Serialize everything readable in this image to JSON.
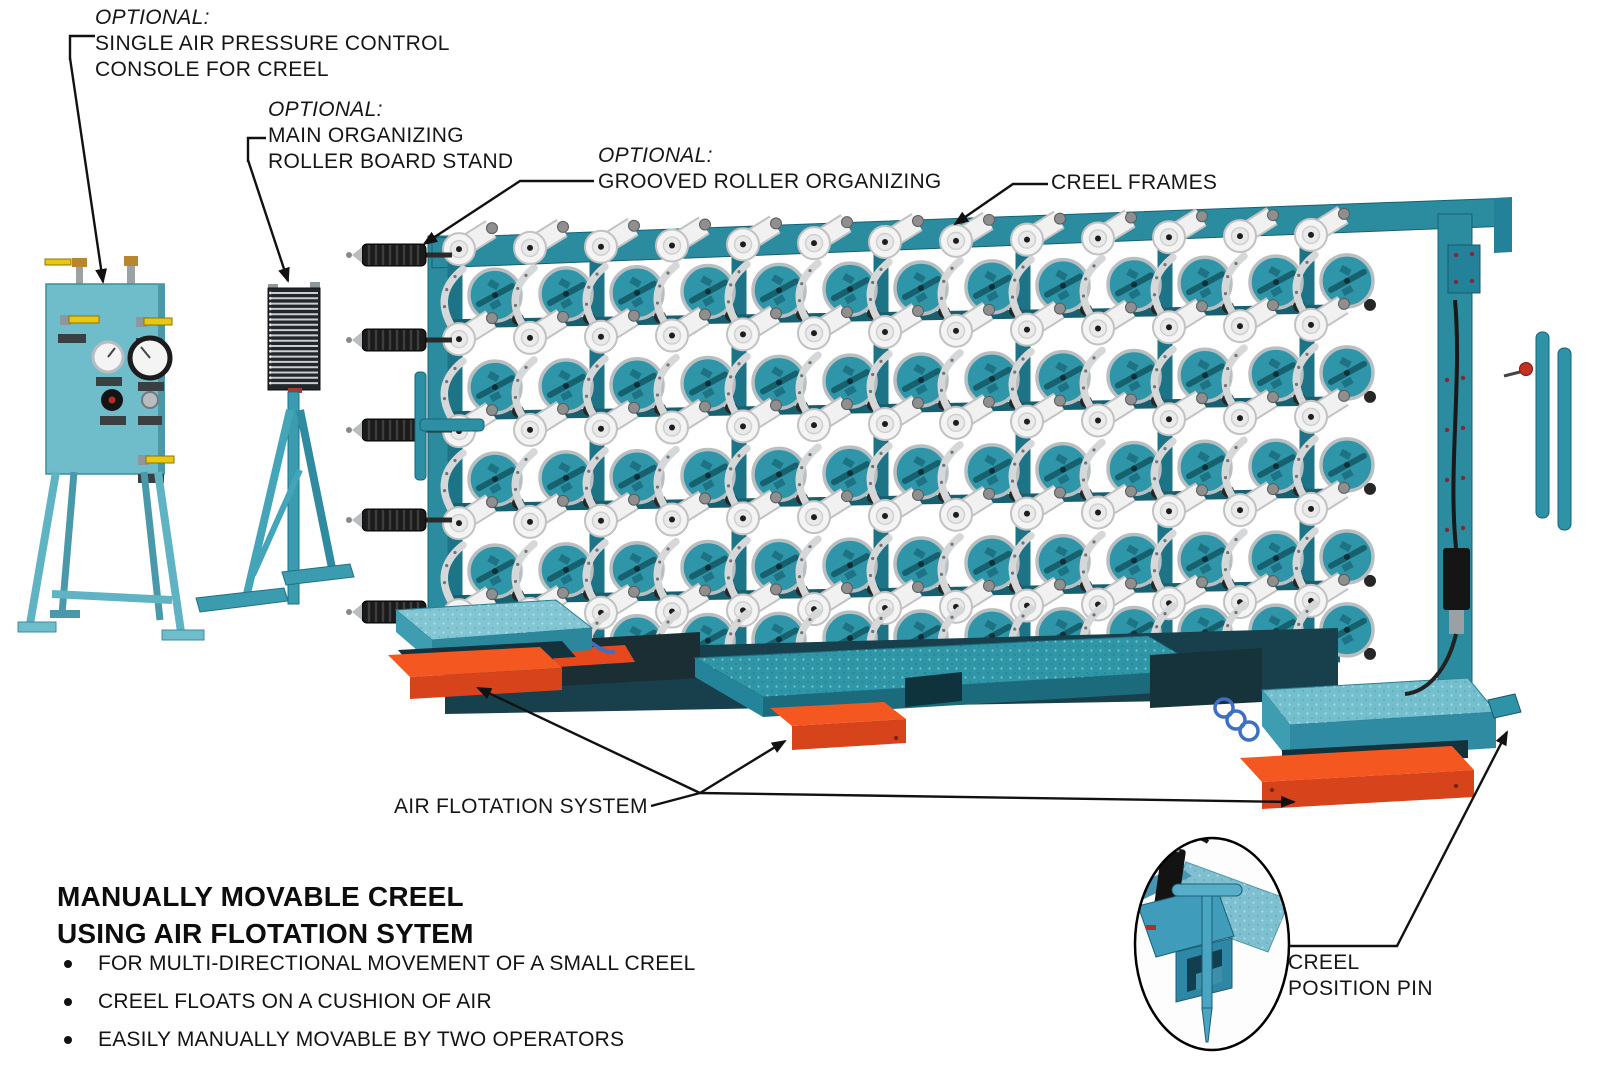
{
  "figure": {
    "type": "technical-illustration",
    "subject": "manually movable creel with air flotation system",
    "heading": {
      "lines": [
        "MANUALLY MOVABLE CREEL",
        "USING AIR FLOTATION SYTEM"
      ]
    },
    "bullets": [
      "FOR MULTI-DIRECTIONAL MOVEMENT OF A SMALL CREEL",
      "CREEL FLOATS ON A CUSHION OF AIR",
      "EASILY MANUALLY MOVABLE BY TWO OPERATORS"
    ],
    "callouts": {
      "console": {
        "prefix": "OPTIONAL:",
        "lines": [
          "SINGLE AIR PRESSURE CONTROL",
          "CONSOLE FOR CREEL"
        ]
      },
      "roller_board": {
        "prefix": "OPTIONAL:",
        "lines": [
          "MAIN ORGANIZING",
          "ROLLER BOARD STAND"
        ]
      },
      "grooved_roller": {
        "prefix": "OPTIONAL:",
        "lines": [
          "GROOVED ROLLER ORGANIZING"
        ]
      },
      "creel_frames": {
        "label": "CREEL FRAMES"
      },
      "air_flotation": {
        "label": "AIR FLOTATION SYSTEM"
      },
      "position_pin": {
        "lines": [
          "CREEL",
          "POSITION PIN"
        ]
      }
    },
    "creel": {
      "columns": 13,
      "rows": 5
    },
    "colors": {
      "frame_teal": "#2b8c9f",
      "disc_teal": "#2e96a8",
      "pad_teal_light": "#7fc4d3",
      "console_teal": "#6fbdcb",
      "orange": "#ee4f1e",
      "orange_dark": "#d7431a",
      "silver": "#d8d9da",
      "bobbin_white": "#f1f1f1",
      "dark_steel": "#1b1b1b",
      "line_black": "#111111",
      "background": "#ffffff"
    }
  }
}
